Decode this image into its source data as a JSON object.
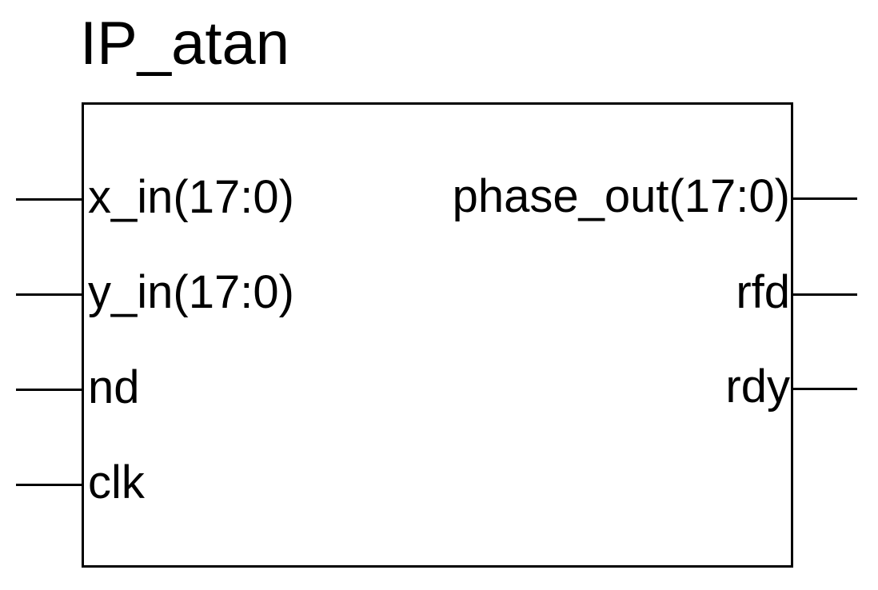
{
  "diagram": {
    "title": "IP_atan",
    "type": "ip-core-block-symbol",
    "inputs": [
      {
        "label": "x_in(17:0)"
      },
      {
        "label": "y_in(17:0)"
      },
      {
        "label": "nd"
      },
      {
        "label": "clk"
      }
    ],
    "outputs": [
      {
        "label": "phase_out(17:0)"
      },
      {
        "label": "rfd"
      },
      {
        "label": "rdy"
      }
    ],
    "colors": {
      "line": "#000000",
      "text": "#000000",
      "background": "#ffffff"
    }
  }
}
